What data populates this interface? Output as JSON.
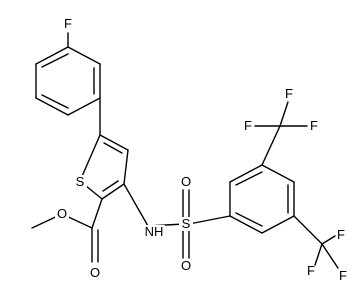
{
  "atoms": {
    "F_phenyl": "F",
    "S_thiophene": "S",
    "O_carbonyl": "O",
    "O_ester": "O",
    "NH": "NH",
    "S_sulfonyl": "S",
    "O_sulfonyl_top": "O",
    "O_sulfonyl_bottom": "O",
    "F_top_1": "F",
    "F_top_2": "F",
    "F_top_3": "F",
    "F_bottom_1": "F",
    "F_bottom_2": "F",
    "F_bottom_3": "F"
  },
  "colors": {
    "bond": "#000000",
    "text": "#000000",
    "background": "#ffffff"
  }
}
